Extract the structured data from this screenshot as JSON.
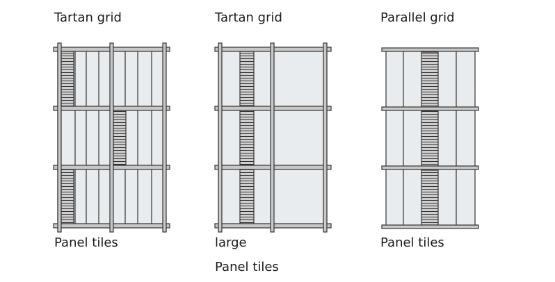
{
  "panels": [
    {
      "title": "Tartan grid",
      "caption_lines": [
        "Panel tiles"
      ]
    },
    {
      "title": "Tartan grid",
      "caption_lines": [
        "large",
        "Panel tiles"
      ]
    },
    {
      "title": "Parallel grid",
      "caption_lines": [
        "Panel tiles"
      ]
    }
  ],
  "colors": {
    "frame_stroke": "#333333",
    "bar_fill": "#c8c8c8",
    "panel_fill": "#e9ecee",
    "hatch_fill": "#b8b8b8"
  }
}
